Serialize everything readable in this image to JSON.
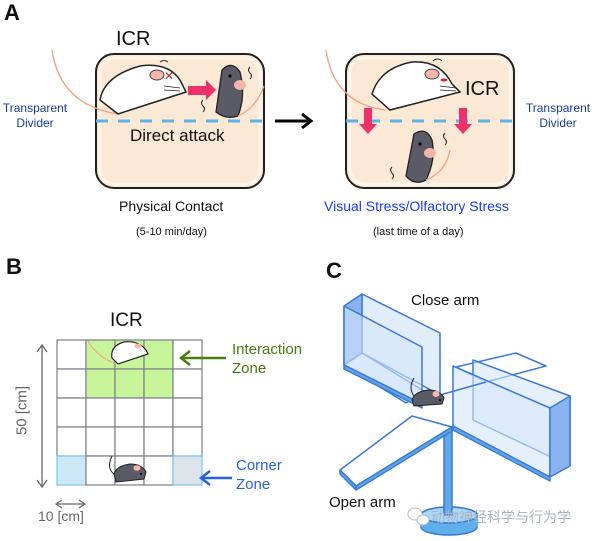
{
  "panels": {
    "A": {
      "letter": "A",
      "left_box": {
        "title": "ICR",
        "center_label": "Direct attack",
        "divider_label_line1": "Transparent",
        "divider_label_line2": "Divider",
        "caption": "Physical Contact",
        "subcaption": "(5-10 min/day)"
      },
      "right_box": {
        "title": "ICR",
        "divider_label_line1": "Transparent",
        "divider_label_line2": "Divider",
        "caption": "Visual Stress/Olfactory Stress",
        "subcaption": "(last time of a day)"
      }
    },
    "B": {
      "letter": "B",
      "title": "ICR",
      "grid_rows": 5,
      "grid_cols": 5,
      "interaction_zone_label_line1": "Interaction",
      "interaction_zone_label_line2": "Zone",
      "corner_zone_label_line1": "Corner",
      "corner_zone_label_line2": "Zone",
      "height_label": "50 [cm]",
      "width_label": "10 [cm]"
    },
    "C": {
      "letter": "C",
      "close_arm_label": "Close arm",
      "open_arm_label": "Open arm"
    }
  },
  "watermark": {
    "text": "动物神经科学与行为学",
    "icon": "wechat-icon"
  },
  "colors": {
    "box_fill": "#fbe9d6",
    "divider_dash": "#5bb4e5",
    "divider_text": "#1a3c9c",
    "stress_text": "#1a3cf0",
    "attack_arrow": "#f0306a",
    "interaction_green": "#c9f59a",
    "interaction_text": "#4a7a12",
    "corner_text": "#2860e0",
    "corner_fill_left": "#cce8f6",
    "corner_fill_right": "#dde4ea",
    "maze_blue": "#3c78d8",
    "maze_fill": "#d6e6fa"
  }
}
